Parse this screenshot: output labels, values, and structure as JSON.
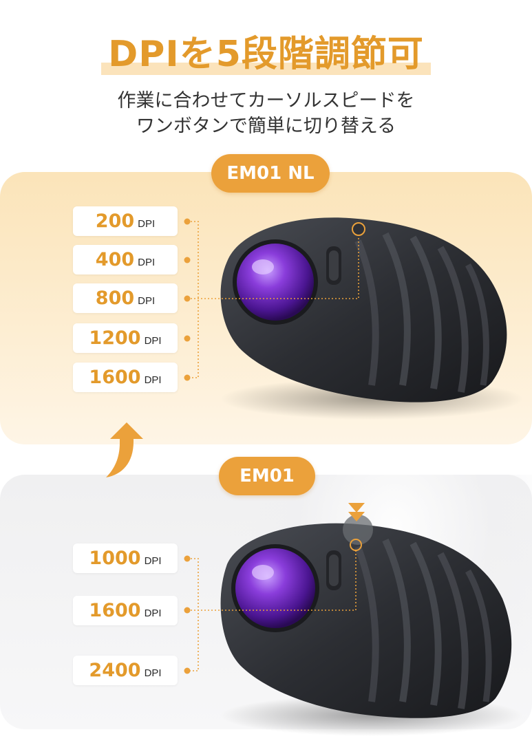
{
  "title": "DPIを5段階調節可",
  "subtitle_lines": [
    "作業に合わせてカーソルスピードを",
    "ワンボタンで簡単に切り替える"
  ],
  "models": [
    {
      "label": "EM01 NL",
      "dpi_options": [
        {
          "value": "200",
          "unit": "DPI"
        },
        {
          "value": "400",
          "unit": "DPI"
        },
        {
          "value": "800",
          "unit": "DPI"
        },
        {
          "value": "1200",
          "unit": "DPI"
        },
        {
          "value": "1600",
          "unit": "DPI"
        }
      ]
    },
    {
      "label": "EM01",
      "dpi_options": [
        {
          "value": "1000",
          "unit": "DPI"
        },
        {
          "value": "1600",
          "unit": "DPI"
        },
        {
          "value": "2400",
          "unit": "DPI"
        }
      ]
    }
  ],
  "icons": {
    "upgrade_arrow": "curved-arrow-up-icon",
    "product": "trackball-mouse"
  },
  "colors": {
    "accent": "#eba13b",
    "title": "#e39a2b",
    "trackball": "#8a3ddb"
  }
}
